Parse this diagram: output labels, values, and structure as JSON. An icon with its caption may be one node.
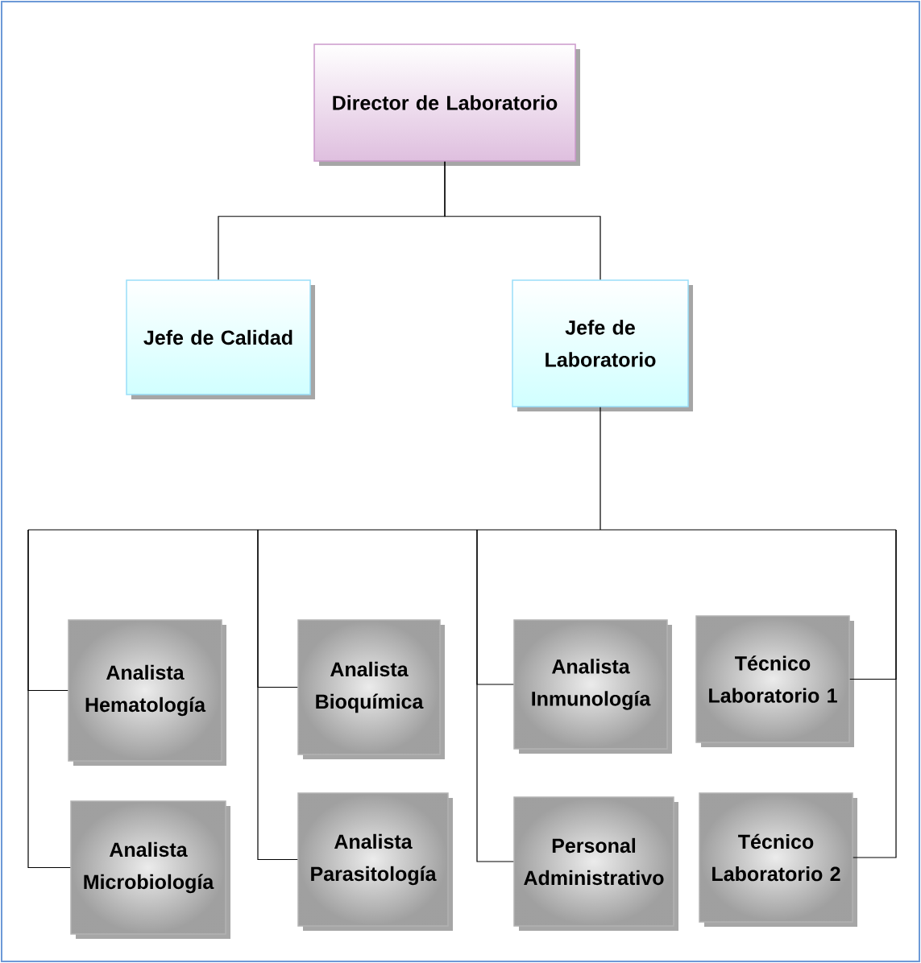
{
  "diagram": {
    "nodes": [
      {
        "text": [
          "Director de Laboratorio"
        ]
      },
      {
        "text": [
          "Jefe de Calidad"
        ]
      },
      {
        "text": [
          "Jefe de Laboratorio"
        ]
      },
      {
        "text": [
          "Analista Hematología"
        ]
      },
      {
        "text": [
          "Analista Microbiología"
        ]
      },
      {
        "text": [
          "Analista Bioquímica"
        ]
      },
      {
        "text": [
          "Analista Parasitología"
        ]
      },
      {
        "text": [
          "Analista Inmunología"
        ]
      },
      {
        "text": [
          "Personal Administrativo"
        ]
      },
      {
        "text": [
          "Técnico Laboratorio 1"
        ]
      },
      {
        "text": [
          "Técnico Laboratorio 2"
        ]
      }
    ],
    "edges": [
      {
        "from": 0,
        "to": 1,
        "arrow": "none"
      },
      {
        "from": 0,
        "to": 2,
        "arrow": "none"
      },
      {
        "from": 2,
        "to": 3,
        "arrow": "none"
      },
      {
        "from": 2,
        "to": 4,
        "arrow": "none"
      },
      {
        "from": 2,
        "to": 5,
        "arrow": "none"
      },
      {
        "from": 2,
        "to": 6,
        "arrow": "none"
      },
      {
        "from": 2,
        "to": 7,
        "arrow": "none"
      },
      {
        "from": 2,
        "to": 8,
        "arrow": "none"
      },
      {
        "from": 2,
        "to": 9,
        "arrow": "none"
      },
      {
        "from": 2,
        "to": 10,
        "arrow": "none"
      }
    ]
  }
}
